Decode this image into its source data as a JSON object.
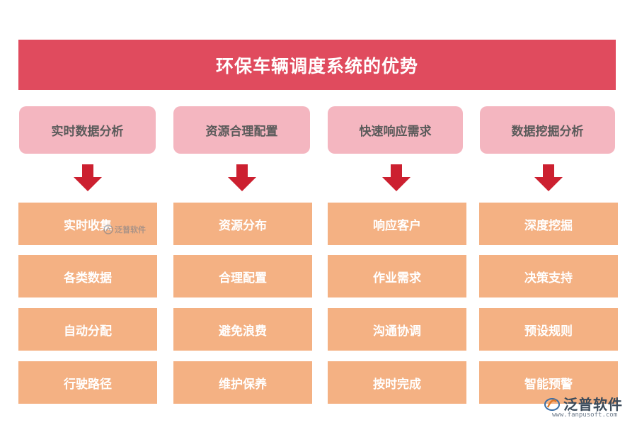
{
  "title": "环保车辆调度系统的优势",
  "columns": [
    {
      "header": "实时数据分析",
      "items": [
        "实时收集",
        "各类数据",
        "自动分配",
        "行驶路径"
      ]
    },
    {
      "header": "资源合理配置",
      "items": [
        "资源分布",
        "合理配置",
        "避免浪费",
        "维护保养"
      ]
    },
    {
      "header": "快速响应需求",
      "items": [
        "响应客户",
        "作业需求",
        "沟通协调",
        "按时完成"
      ]
    },
    {
      "header": "数据挖掘分析",
      "items": [
        "深度挖掘",
        "决策支持",
        "预设规则",
        "智能预警"
      ]
    }
  ],
  "watermark": {
    "small_text": "泛普软件",
    "logo_text": "泛普软件",
    "url": "www.fanpusoft.com"
  },
  "colors": {
    "title_bg": "#e04b5e",
    "header_bg": "#f4b6c0",
    "item_bg": "#f4b183",
    "arrow": "#cc2030"
  }
}
